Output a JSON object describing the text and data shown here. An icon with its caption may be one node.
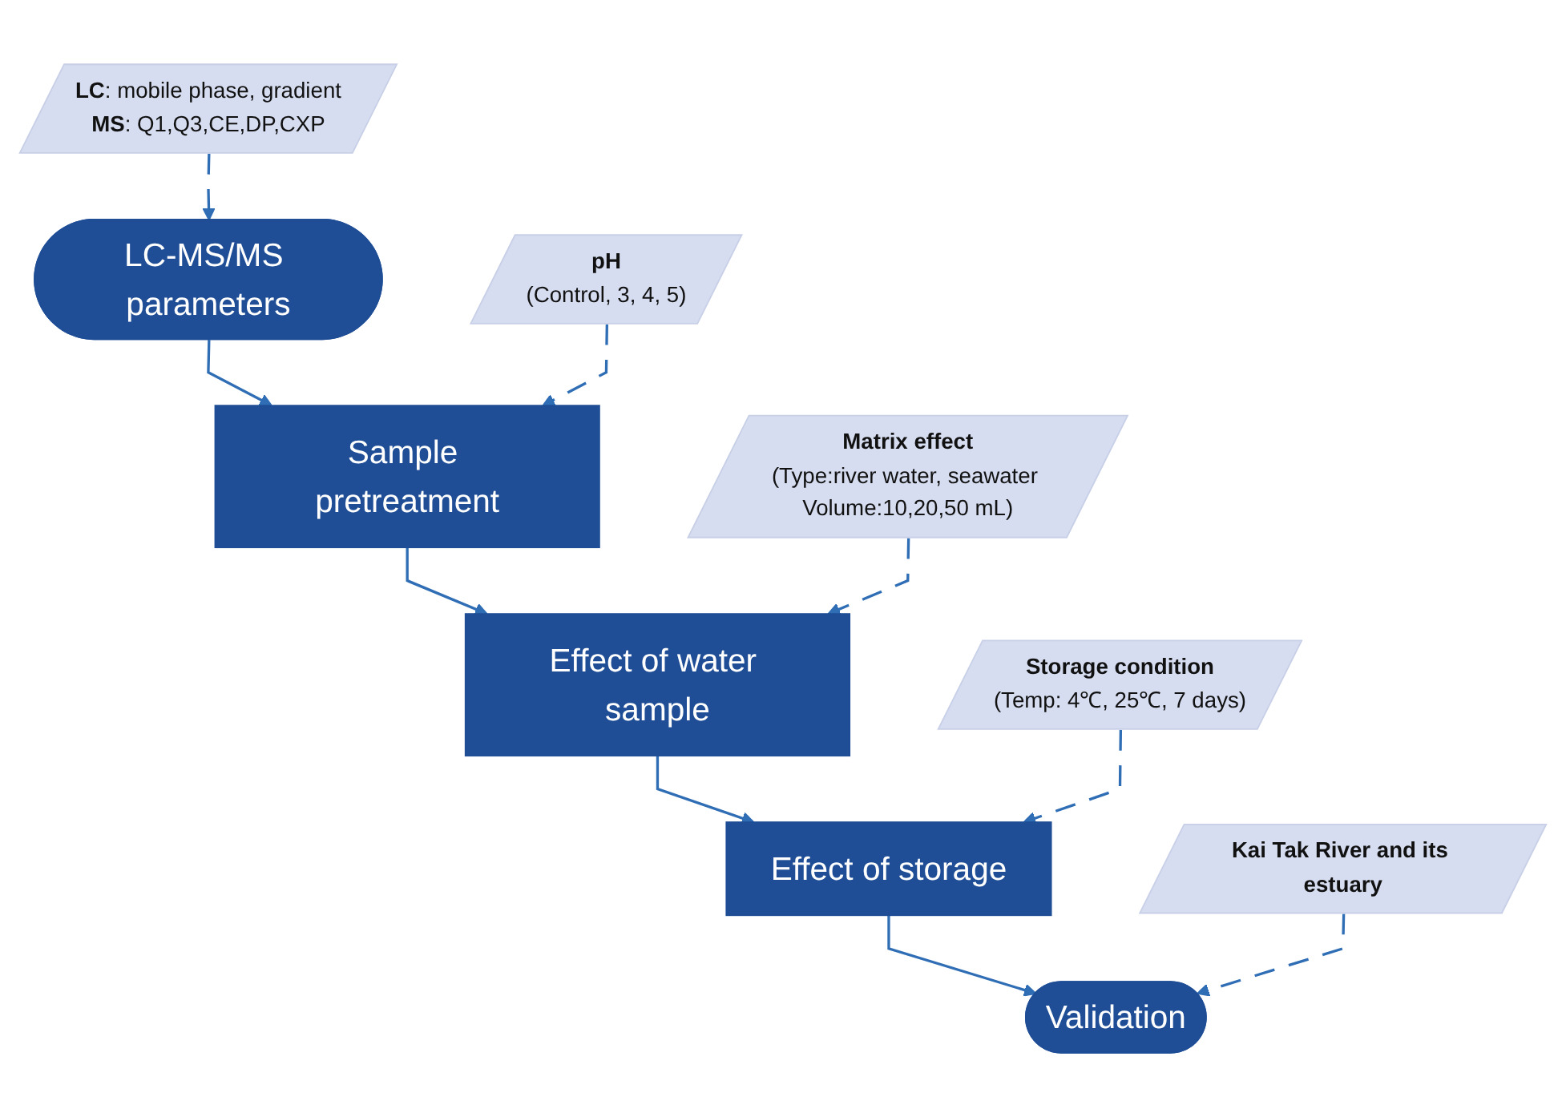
{
  "diagram": {
    "nodes": [
      {
        "text": [
          "LC-MS/MS parameters"
        ]
      },
      {
        "text": [
          "**LC**: mobile phase, gradient",
          "**MS**: Q1,Q3,CE,DP,CXP"
        ]
      },
      {
        "text": [
          "Sample pretreatment"
        ]
      },
      {
        "text": [
          "pH",
          "(Control, 3, 4, 5)"
        ]
      },
      {
        "text": [
          "Effect of water sample"
        ]
      },
      {
        "text": [
          "Matrix effect",
          "(Type:river water, seawater Volume:10,20,50 mL)"
        ]
      },
      {
        "text": [
          "Effect of storage"
        ]
      },
      {
        "text": [
          "Storage condition",
          "(Temp: 4℃, 25℃, 7 days)"
        ]
      },
      {
        "text": [
          "Validation"
        ]
      },
      {
        "text": [
          "Kai Tak River and its estuary"
        ]
      }
    ],
    "edges": [
      {
        "from": 1,
        "to": 0,
        "arrow": "to",
        "style": "dashed"
      },
      {
        "from": 0,
        "to": 2,
        "arrow": "to"
      },
      {
        "from": 3,
        "to": 2,
        "arrow": "to",
        "style": "dashed"
      },
      {
        "from": 2,
        "to": 4,
        "arrow": "to"
      },
      {
        "from": 5,
        "to": 4,
        "arrow": "to",
        "style": "dashed"
      },
      {
        "from": 4,
        "to": 6,
        "arrow": "to"
      },
      {
        "from": 7,
        "to": 6,
        "arrow": "to",
        "style": "dashed"
      },
      {
        "from": 6,
        "to": 8,
        "arrow": "to"
      },
      {
        "from": 9,
        "to": 8,
        "arrow": "to",
        "style": "dashed"
      }
    ]
  }
}
